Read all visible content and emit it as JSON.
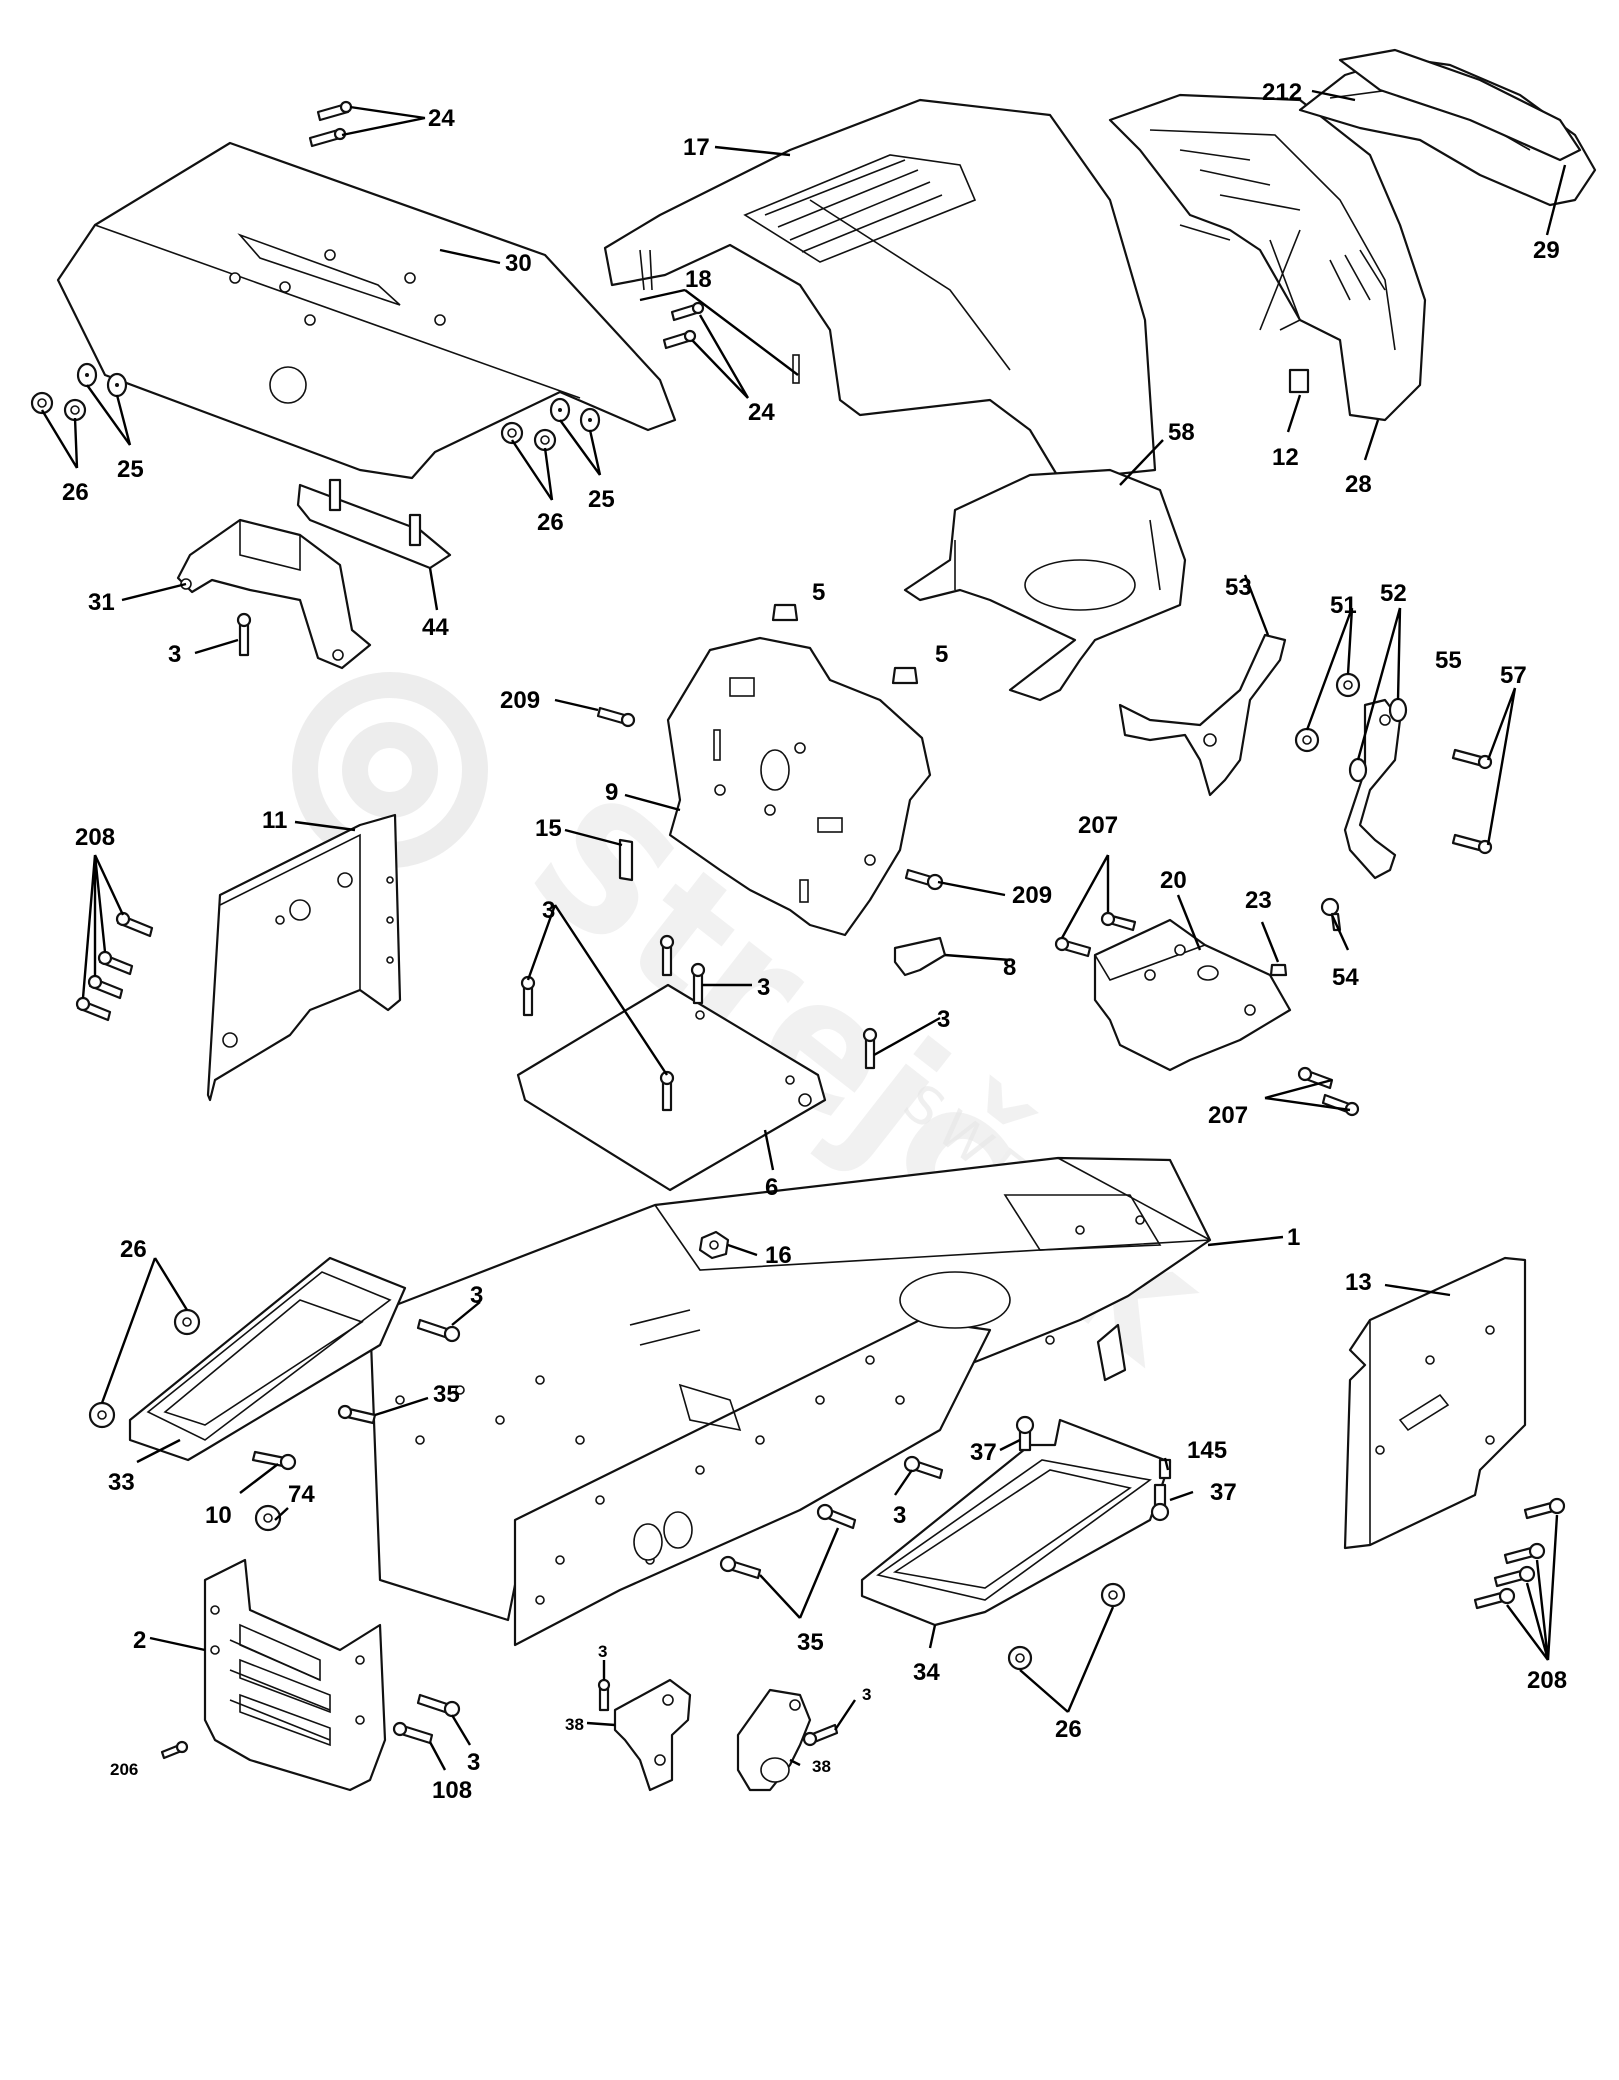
{
  "watermark": {
    "brand": "Strejček",
    "country": "SWEDEN"
  },
  "labels": [
    {
      "key": "l24a",
      "text": "24"
    },
    {
      "key": "l17",
      "text": "17"
    },
    {
      "key": "l212",
      "text": "212"
    },
    {
      "key": "l29",
      "text": "29"
    },
    {
      "key": "l30",
      "text": "30"
    },
    {
      "key": "l18",
      "text": "18"
    },
    {
      "key": "l24b",
      "text": "24"
    },
    {
      "key": "l26a",
      "text": "26"
    },
    {
      "key": "l25a",
      "text": "25"
    },
    {
      "key": "l26b",
      "text": "26"
    },
    {
      "key": "l25b",
      "text": "25"
    },
    {
      "key": "l12",
      "text": "12"
    },
    {
      "key": "l28",
      "text": "28"
    },
    {
      "key": "l58",
      "text": "58"
    },
    {
      "key": "l31",
      "text": "31"
    },
    {
      "key": "l44",
      "text": "44"
    },
    {
      "key": "l3a",
      "text": "3"
    },
    {
      "key": "l5a",
      "text": "5"
    },
    {
      "key": "l5b",
      "text": "5"
    },
    {
      "key": "l53",
      "text": "53"
    },
    {
      "key": "l51",
      "text": "51"
    },
    {
      "key": "l52",
      "text": "52"
    },
    {
      "key": "l55",
      "text": "55"
    },
    {
      "key": "l57",
      "text": "57"
    },
    {
      "key": "l209a",
      "text": "209"
    },
    {
      "key": "l9",
      "text": "9"
    },
    {
      "key": "l208a",
      "text": "208"
    },
    {
      "key": "l11",
      "text": "11"
    },
    {
      "key": "l15",
      "text": "15"
    },
    {
      "key": "l207a",
      "text": "207"
    },
    {
      "key": "l20",
      "text": "20"
    },
    {
      "key": "l23",
      "text": "23"
    },
    {
      "key": "l209b",
      "text": "209"
    },
    {
      "key": "l3b",
      "text": "3"
    },
    {
      "key": "l3c",
      "text": "3"
    },
    {
      "key": "l8",
      "text": "8"
    },
    {
      "key": "l3d",
      "text": "3"
    },
    {
      "key": "l54",
      "text": "54"
    },
    {
      "key": "l207b",
      "text": "207"
    },
    {
      "key": "l6",
      "text": "6"
    },
    {
      "key": "l16",
      "text": "16"
    },
    {
      "key": "l1",
      "text": "1"
    },
    {
      "key": "l26c",
      "text": "26"
    },
    {
      "key": "l3e",
      "text": "3"
    },
    {
      "key": "l13",
      "text": "13"
    },
    {
      "key": "l35a",
      "text": "35"
    },
    {
      "key": "l33",
      "text": "33"
    },
    {
      "key": "l37a",
      "text": "37"
    },
    {
      "key": "l145",
      "text": "145"
    },
    {
      "key": "l37b",
      "text": "37"
    },
    {
      "key": "l10",
      "text": "10"
    },
    {
      "key": "l74",
      "text": "74"
    },
    {
      "key": "l3f",
      "text": "3"
    },
    {
      "key": "l2",
      "text": "2"
    },
    {
      "key": "l35b",
      "text": "35"
    },
    {
      "key": "l34",
      "text": "34"
    },
    {
      "key": "l208b",
      "text": "208"
    },
    {
      "key": "l3g",
      "text": "3"
    },
    {
      "key": "l3h",
      "text": "3"
    },
    {
      "key": "l38a",
      "text": "38"
    },
    {
      "key": "l38b",
      "text": "38"
    },
    {
      "key": "l26d",
      "text": "26"
    },
    {
      "key": "l206",
      "text": "206"
    },
    {
      "key": "l3i",
      "text": "3"
    },
    {
      "key": "l108",
      "text": "108"
    }
  ]
}
